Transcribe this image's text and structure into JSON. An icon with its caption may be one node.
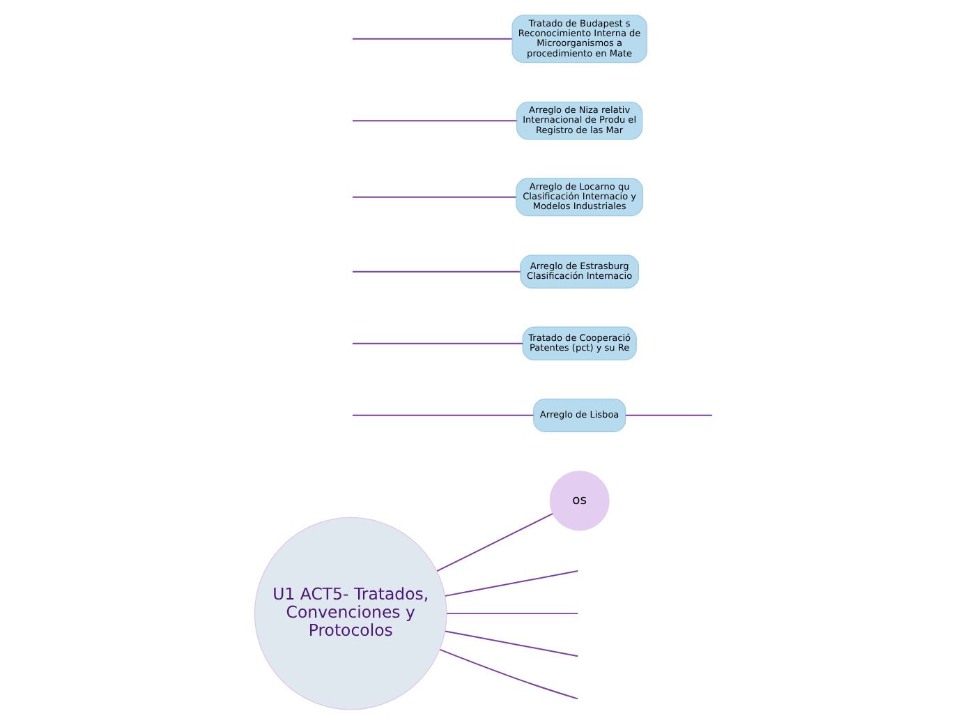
{
  "diagram": {
    "nodes": [
      {
        "text": [
          "U1 ACT5- Tratados, Convenciones y Protocolos"
        ]
      },
      {
        "text": [
          "os"
        ]
      },
      {
        "text": [
          "Arreglo de Lisboa"
        ]
      },
      {
        "text": [
          "Tratado de Cooperació Patentes (pct) y su Re"
        ]
      },
      {
        "text": [
          "Arreglo de Estrasburg Clasificación Internacio"
        ]
      },
      {
        "text": [
          "Arreglo de Locarno qu Clasificación Internacio y Modelos Industriales"
        ]
      },
      {
        "text": [
          "Arreglo de Niza relativ Internacional de Produ el Registro de las Mar"
        ]
      },
      {
        "text": [
          "Tratado de Budapest s Reconocimiento Interna de Microorganismos a procedimiento en Mate"
        ]
      }
    ],
    "edges": [
      {
        "from": 0,
        "to": null,
        "arrow": "none"
      },
      {
        "from": 0,
        "to": null,
        "arrow": "none"
      },
      {
        "from": 0,
        "to": null,
        "arrow": "none"
      },
      {
        "from": 0,
        "to": 1,
        "arrow": "none"
      },
      {
        "from": 0,
        "to": null,
        "arrow": "none"
      },
      {
        "from": null,
        "to": 2,
        "arrow": "none"
      },
      {
        "from": 2,
        "to": null,
        "arrow": "none"
      },
      {
        "from": null,
        "to": 3,
        "arrow": "none"
      },
      {
        "from": null,
        "to": 4,
        "arrow": "none"
      },
      {
        "from": null,
        "to": 5,
        "arrow": "none"
      },
      {
        "from": null,
        "to": 6,
        "arrow": "none"
      },
      {
        "from": null,
        "to": 7,
        "arrow": "none"
      }
    ]
  }
}
